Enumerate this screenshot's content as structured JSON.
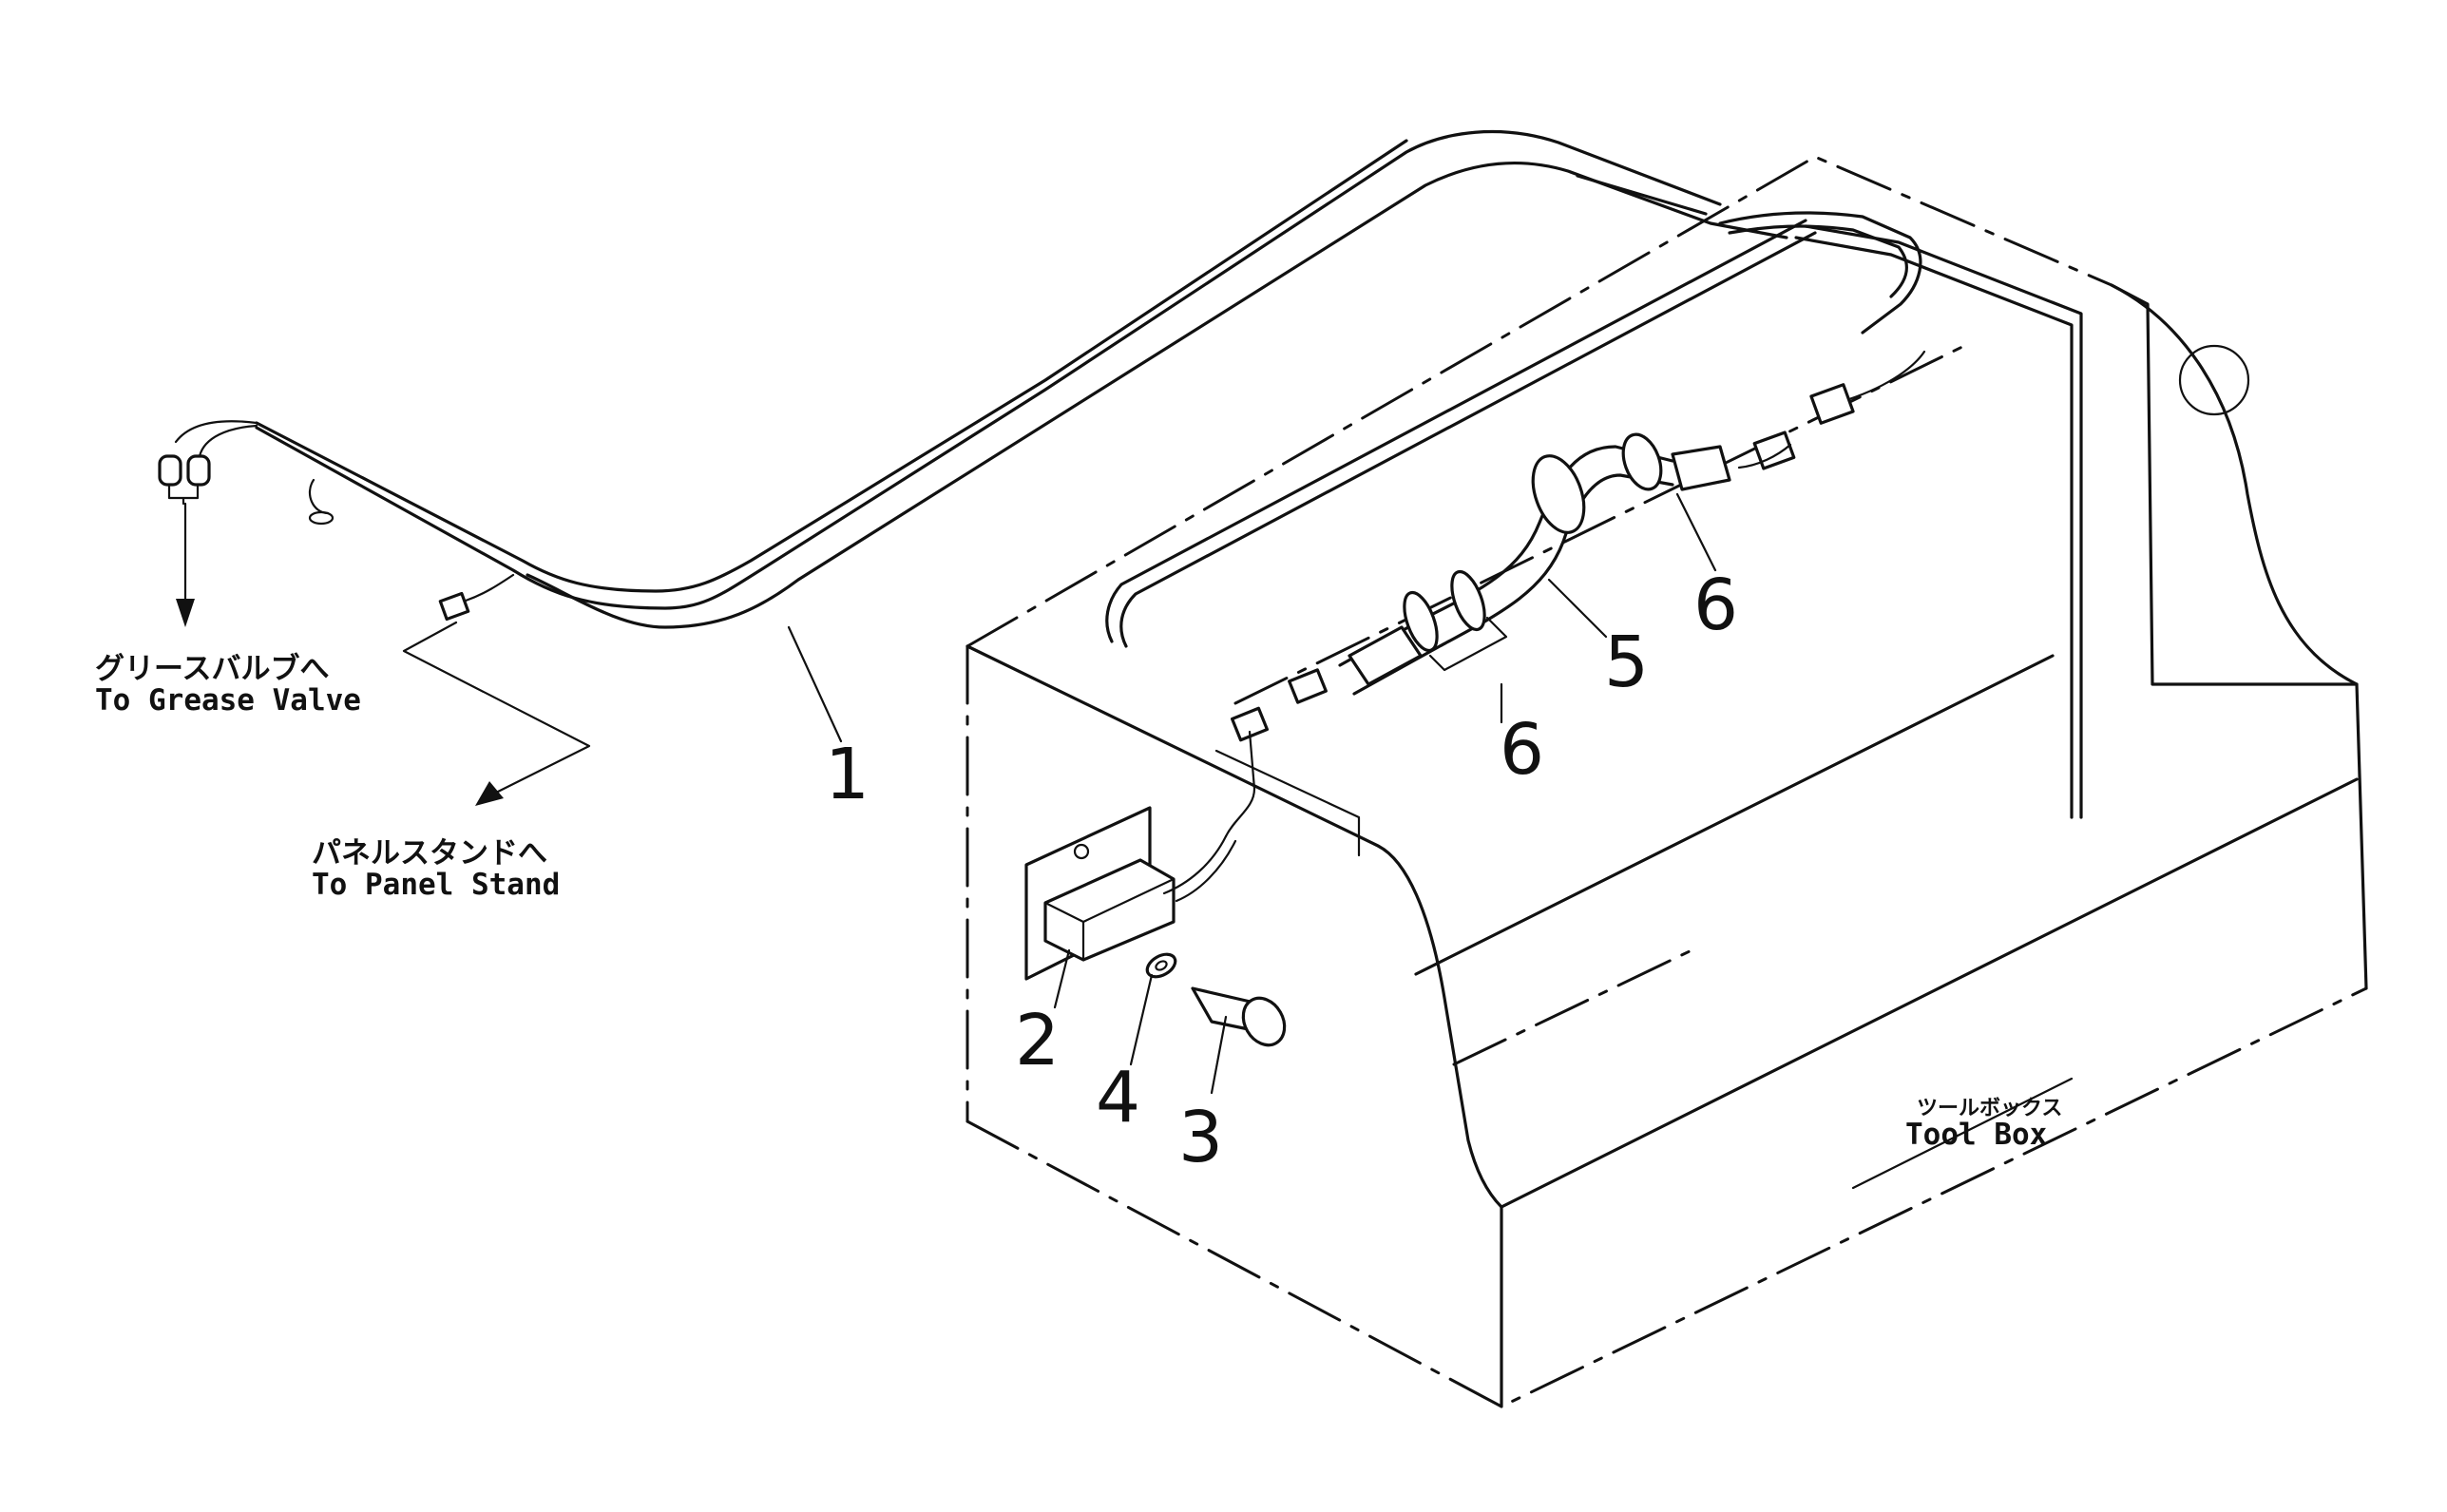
{
  "callouts": {
    "grease_valve": {
      "jp": "グリースバルブへ",
      "en": "To Grease Valve"
    },
    "panel_stand": {
      "jp": "パネルスタンドへ",
      "en": "To Panel Stand"
    },
    "tool_box": {
      "jp": "ツールボックス",
      "en": "Tool Box"
    }
  },
  "part_numbers": {
    "p1": "1",
    "p2": "2",
    "p3": "3",
    "p4": "4",
    "p5": "5",
    "p6a": "6",
    "p6b": "6"
  }
}
